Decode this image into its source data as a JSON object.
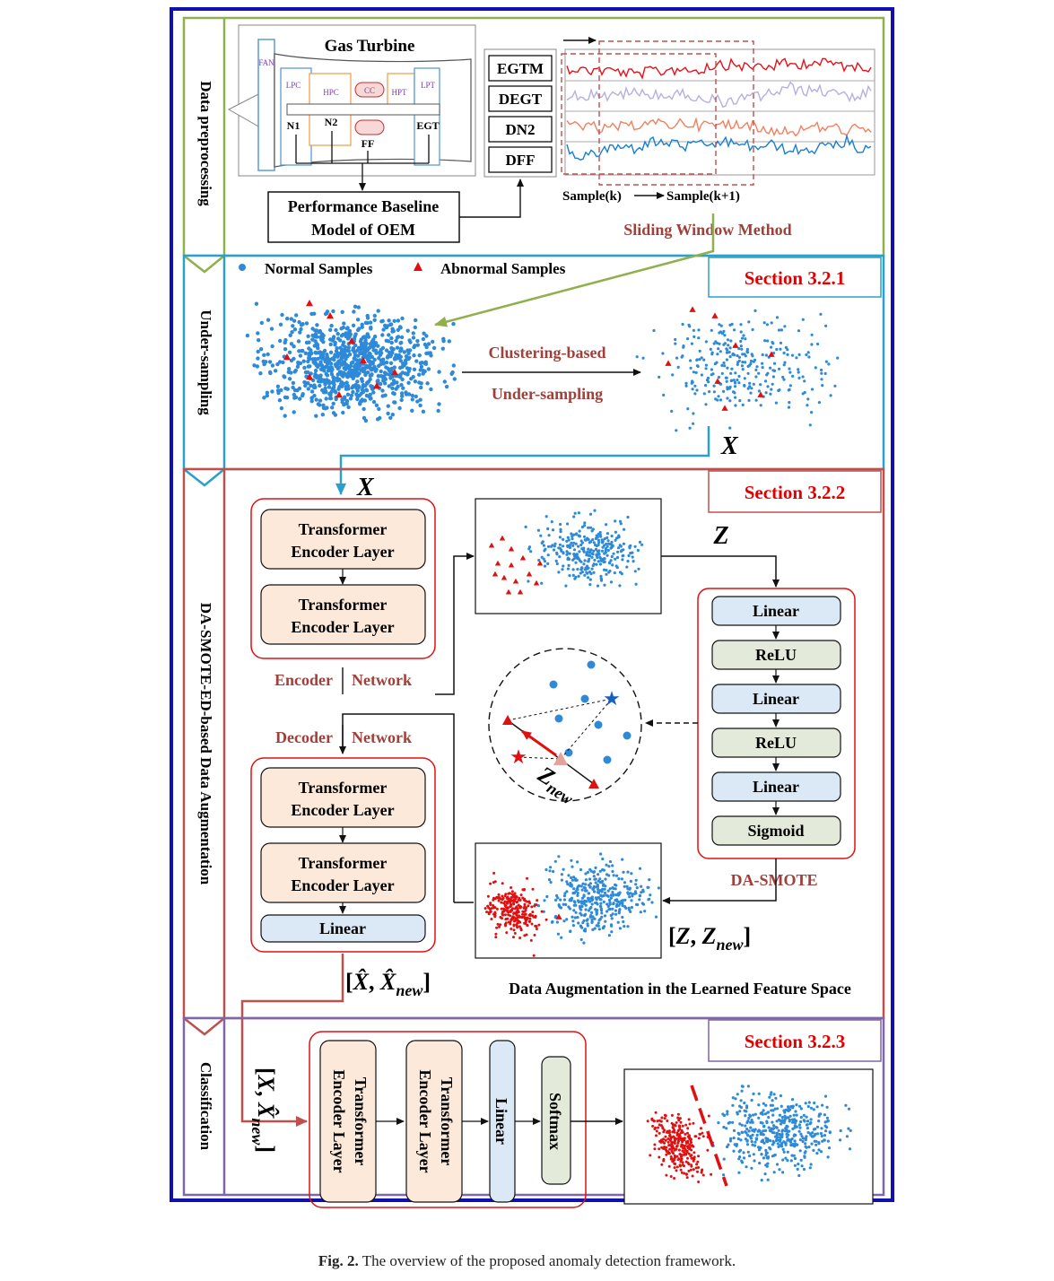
{
  "stages": {
    "preprocessing": "Data preprocessing",
    "undersampling": "Under-sampling",
    "augmentation": "DA-SMOTE-ED-based Data Augmentation",
    "classification": "Classification"
  },
  "preprocessing": {
    "engine_title": "Gas Turbine",
    "engine_labels": {
      "fan": "FAN",
      "lpc": "LPC",
      "hpc": "HPC",
      "cc": "CC",
      "hpt": "HPT",
      "lpt": "LPT",
      "n1": "N1",
      "n2": "N2",
      "egt": "EGT",
      "ff": "FF"
    },
    "baseline_line1": "Performance Baseline",
    "baseline_line2": "Model of OEM",
    "signals": [
      "EGTM",
      "DEGT",
      "DN2",
      "DFF"
    ],
    "sample_k": "Sample(k)",
    "sample_k1": "Sample(k+1)",
    "method": "Sliding Window Method"
  },
  "undersampling": {
    "section": "Section 3.2.1",
    "legend_normal": "Normal Samples",
    "legend_abnormal": "Abnormal Samples",
    "arrow_line1": "Clustering-based",
    "arrow_line2": "Under-sampling",
    "output": "X"
  },
  "augmentation": {
    "section": "Section 3.2.2",
    "input": "X",
    "encoder_layers": [
      "Transformer Encoder Layer",
      "Transformer Encoder Layer"
    ],
    "encoder_left": "Encoder",
    "encoder_right": "Network",
    "decoder_left": "Decoder",
    "decoder_right": "Network",
    "decoder_layers": [
      "Transformer Encoder Layer",
      "Transformer Encoder Layer"
    ],
    "decoder_linear": "Linear",
    "z": "Z",
    "da_layers": [
      "Linear",
      "ReLU",
      "Linear",
      "ReLU",
      "Linear",
      "Sigmoid"
    ],
    "da_label": "DA-SMOTE",
    "znew": "Znew",
    "zbracket": "[Z, Znew]",
    "xhat_bracket": "[X̂, X̂new]",
    "caption": "Data Augmentation in the Learned Feature Space"
  },
  "classification": {
    "section": "Section 3.2.3",
    "input": "[X, X̂new]",
    "layers": [
      "Transformer Encoder Layer",
      "Transformer Encoder Layer",
      "Linear",
      "Softmax"
    ]
  },
  "colors": {
    "outer": "#1010b0",
    "green": "#8fb04a",
    "blue": "#2aa0cc",
    "red": "#c0504d",
    "purple": "#7e66a8",
    "section_red": "#e00000",
    "brown": "#a0403a",
    "peach": "#fde9d9",
    "lightblue": "#dbe8f5",
    "lightgreen": "#e3ead9",
    "sig_red": "#e8101a",
    "sig_lav": "#b9aee0",
    "sig_salmon": "#f08060",
    "sig_blue": "#1a7fd0",
    "dot_blue": "#2e8ad8",
    "dot_red": "#e01010"
  },
  "figure_caption": {
    "label": "Fig. 2.",
    "text": "The overview of the proposed anomaly detection framework."
  }
}
